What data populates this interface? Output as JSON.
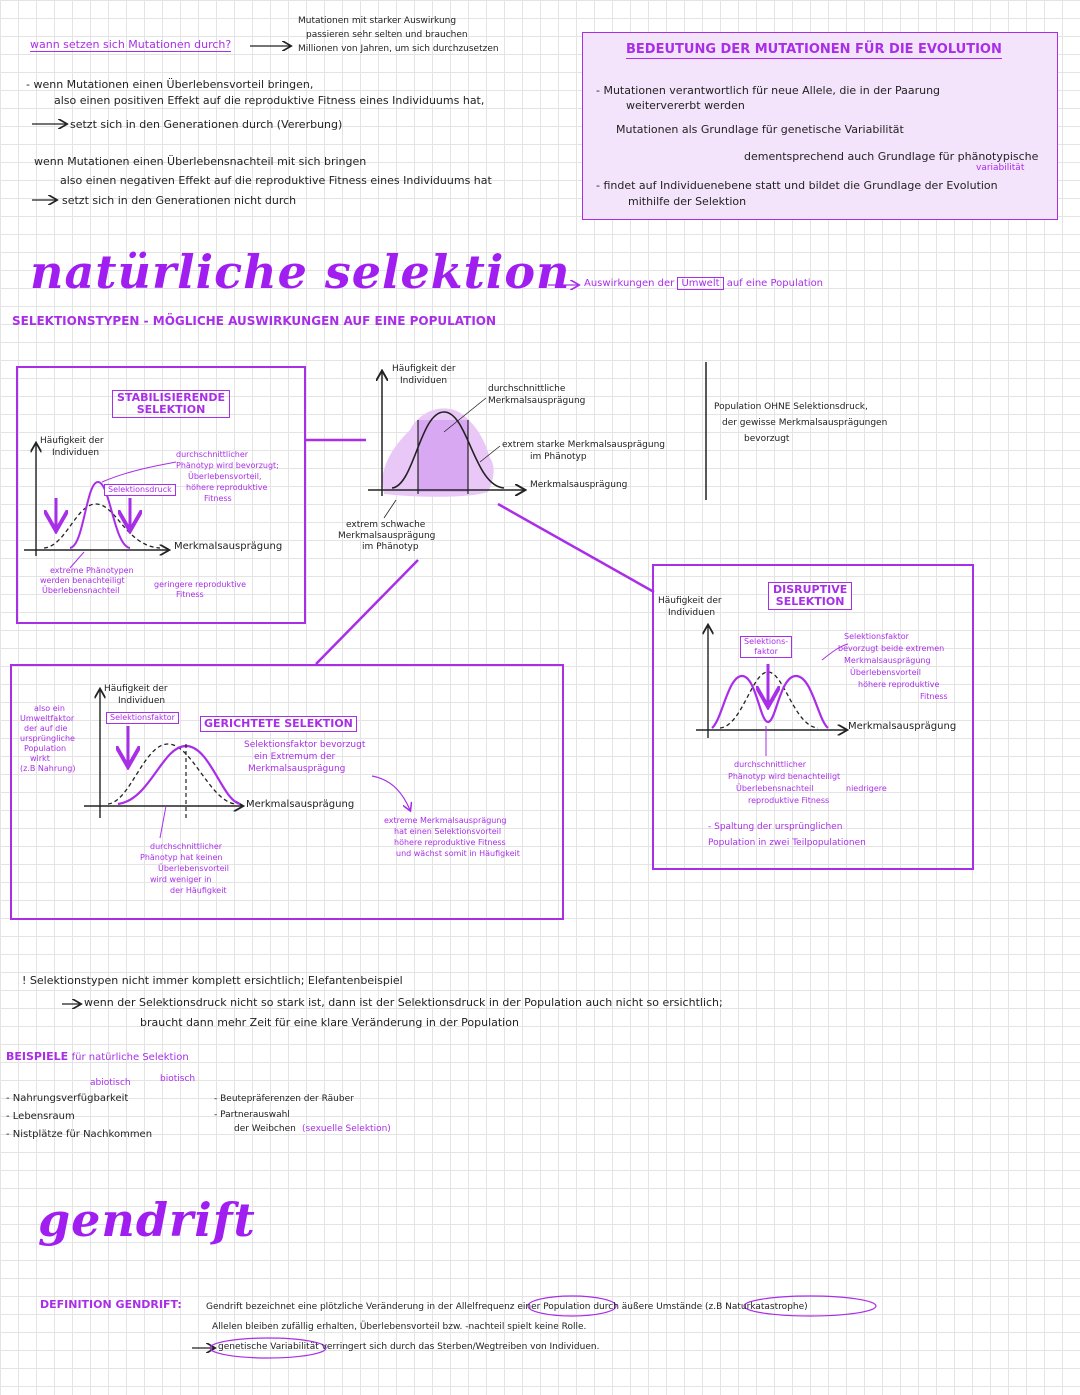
{
  "mutation": {
    "question": "wann setzen sich Mutationen durch?",
    "strong_1": "Mutationen mit starker Auswirkung",
    "strong_2": "passieren sehr selten und brauchen",
    "strong_3": "Millionen von Jahren, um sich durchzusetzen",
    "adv_1": "- wenn Mutationen einen Überlebensvorteil bringen,",
    "adv_2": "also einen positiven Effekt auf die reproduktive Fitness eines Individuums hat,",
    "adv_3": "setzt sich in den Generationen durch (Vererbung)",
    "dis_1": "wenn Mutationen einen Überlebensnachteil mit sich bringen",
    "dis_2": "also einen negativen Effekt auf die reproduktive Fitness eines Individuums hat",
    "dis_3": "setzt sich in den Generationen nicht durch"
  },
  "evolution_box": {
    "title": "BEDEUTUNG DER MUTATIONEN FÜR DIE EVOLUTION",
    "l1": "- Mutationen verantwortlich für neue Allele, die in der Paarung",
    "l2": "weitervererbt werden",
    "l3": "Mutationen als Grundlage für genetische Variabilität",
    "l4": "dementsprechend auch Grundlage für phänotypische",
    "l5": "variabilität",
    "l6": "- findet auf Individuenebene statt und bildet die Grundlage der Evolution",
    "l7": "mithilfe der Selektion"
  },
  "selection": {
    "title": "natürliche selektion",
    "subtitle_pre": "Auswirkungen der",
    "subtitle_key": "Umwelt",
    "subtitle_post": "auf eine Population",
    "heading": "SELEKTIONSTYPEN - MÖGLICHE AUSWIRKUNGEN AUF EINE POPULATION"
  },
  "center": {
    "y_label_1": "Häufigkeit der",
    "y_label_2": "Individuen",
    "avg_1": "durchschnittliche",
    "avg_2": "Merkmalsausprägung",
    "strong_1": "extrem starke Merkmalsausprägung",
    "strong_2": "im Phänotyp",
    "x_label": "Merkmalsausprägung",
    "weak_1": "extrem schwache",
    "weak_2": "Merkmalsausprägung",
    "weak_3": "im Phänotyp",
    "nopress_1": "Population OHNE Selektionsdruck,",
    "nopress_2": "der gewisse Merkmalsausprägungen",
    "nopress_3": "bevorzugt"
  },
  "stab": {
    "title_1": "STABILISIERENDE",
    "title_2": "SELEKTION",
    "y_1": "Häufigkeit der",
    "y_2": "Individuen",
    "a1": "durchschnittlicher",
    "a2": "Phänotyp wird bevorzugt;",
    "a3": "Überlebensvorteil,",
    "a4": "höhere reproduktive",
    "a5": "Fitness",
    "druck": "Selektionsdruck",
    "x": "Merkmalsausprägung",
    "b1": "extreme Phänotypen",
    "b2": "werden benachteiligt",
    "b3": "Überlebensnachteil",
    "b4": "geringere reproduktive",
    "b5": "Fitness"
  },
  "dir": {
    "left_1": "also ein",
    "left_2": "Umweltfaktor",
    "left_3": "der auf die",
    "left_4": "ursprüngliche",
    "left_5": "Population",
    "left_6": "wirkt",
    "left_7": "(z.B Nahrung)",
    "y_1": "Häufigkeit der",
    "y_2": "Individuen",
    "faktor": "Selektionsfaktor",
    "title": "GERICHTETE SELEKTION",
    "d1": "Selektionsfaktor bevorzugt",
    "d2": "ein Extremum der",
    "d3": "Merkmalsausprägung",
    "x": "Merkmalsausprägung",
    "e1": "extreme Merkmalsausprägung",
    "e2": "hat einen Selektionsvorteil",
    "e3": "höhere reproduktive Fitness",
    "e4": "und wächst somit in Häufigkeit",
    "f1": "durchschnittlicher",
    "f2": "Phänotyp hat keinen",
    "f3": "Überlebensvorteil",
    "f4": "wird weniger in",
    "f5": "der Häufigkeit"
  },
  "disr": {
    "y_1": "Häufigkeit der",
    "y_2": "Individuen",
    "title_1": "DISRUPTIVE",
    "title_2": "SELEKTION",
    "faktor_1": "Selektions-",
    "faktor_2": "faktor",
    "r1": "Selektionsfaktor",
    "r2": "bevorzugt beide extremen",
    "r3": "Merkmalsausprägung",
    "r4": "Überlebensvorteil",
    "r5": "höhere reproduktive",
    "r6": "Fitness",
    "x": "Merkmalsausprägung",
    "u1": "durchschnittlicher",
    "u2": "Phänotyp wird benachteiligt",
    "u3": "Überlebensnachteil",
    "u4": "niedrigere",
    "u5": "reproduktive Fitness",
    "u6": "- Spaltung der ursprünglichen",
    "u7": "Population in zwei Teilpopulationen"
  },
  "note": {
    "n1": "! Selektionstypen nicht immer komplett ersichtlich; Elefantenbeispiel",
    "n2": "wenn der Selektionsdruck nicht so stark ist, dann ist der Selektionsdruck in der Population auch nicht so ersichtlich;",
    "n3": "braucht dann mehr Zeit für eine klare Veränderung in der Population"
  },
  "examples": {
    "title": "BEISPIELE",
    "title_rest": "für natürliche Selektion",
    "abiotisch": "abiotisch",
    "biotisch": "biotisch",
    "a1": "- Nahrungsverfügbarkeit",
    "a2": "- Lebensraum",
    "a3": "- Nistplätze für Nachkommen",
    "b1": "- Beutepräferenzen der Räuber",
    "b2": "- Partnerauswahl",
    "b3": "der Weibchen",
    "b4": "(sexuelle Selektion)"
  },
  "drift": {
    "title": "gendrift",
    "def_label": "DEFINITION GENDRIFT:",
    "d1": "Gendrift bezeichnet eine plötzliche Veränderung in der Allelfrequenz einer Population durch äußere Umstände (z.B Naturkatastrophe)",
    "d2": "Allelen bleiben zufällig erhalten, Überlebensvorteil bzw. -nachteil spielt keine Rolle.",
    "d3": "genetische Variabilität verringert sich durch das Sterben/Wegtreiben von Individuen."
  },
  "colors": {
    "accent": "#a92ee8",
    "accent_light": "#e9c8f7",
    "box_fill": "#f3e3fb",
    "ink": "#222222"
  }
}
